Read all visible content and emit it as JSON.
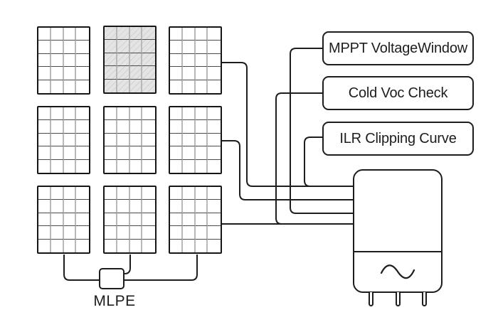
{
  "callouts": [
    {
      "label": "MPPT VoltageWindow"
    },
    {
      "label": "Cold Voc Check"
    },
    {
      "label": "ILR Clipping Curve"
    }
  ],
  "mlpe": {
    "label": "MLPE"
  },
  "array": {
    "rows": 3,
    "cols": 3,
    "cells_per_module": {
      "columns": 4,
      "rows": 5
    },
    "panels": [
      {
        "shaded": false
      },
      {
        "shaded": true
      },
      {
        "shaded": false
      },
      {
        "shaded": false
      },
      {
        "shaded": false
      },
      {
        "shaded": false
      },
      {
        "shaded": false
      },
      {
        "shaded": false
      },
      {
        "shaded": false
      }
    ]
  },
  "inverter": {
    "icon": "sine-wave-icon",
    "prongs": 3
  },
  "colors": {
    "line": "#1d1d1d",
    "panel_border": "#161616",
    "panel_grid_vertical": "#b8b8b8",
    "panel_grid_horizontal": "#4a4a4a",
    "shaded_panel_fill": "#e3e3e3",
    "shaded_panel_hatch": "#d2d2d2",
    "background": "#ffffff",
    "text": "#1d1d1d"
  }
}
